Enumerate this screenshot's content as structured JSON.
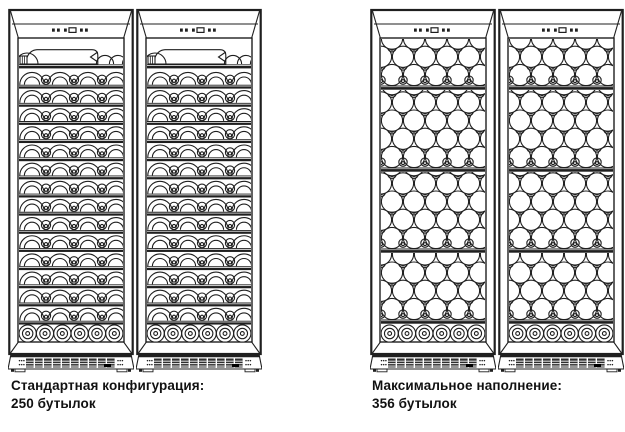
{
  "colors": {
    "line": "#1f1f1f",
    "grille_dark": "#2e2e2e",
    "background": "#ffffff",
    "text": "#111111"
  },
  "figures": [
    {
      "id": "standard",
      "caption_line1": "Стандартная конфигурация:",
      "caption_line2": "250 бутылок",
      "style": "shelves",
      "cabinet_count": 2,
      "shelf_rows": 14,
      "arcs_per_row": 4,
      "necks_per_row": 4,
      "bottom_row_bottles": 6
    },
    {
      "id": "maximum",
      "caption_line1": "Максимальное наполнение:",
      "caption_line2": "356 бутылок",
      "style": "bulk",
      "cabinet_count": 2,
      "compartments": 4,
      "bottom_row_bottles": 6
    }
  ]
}
